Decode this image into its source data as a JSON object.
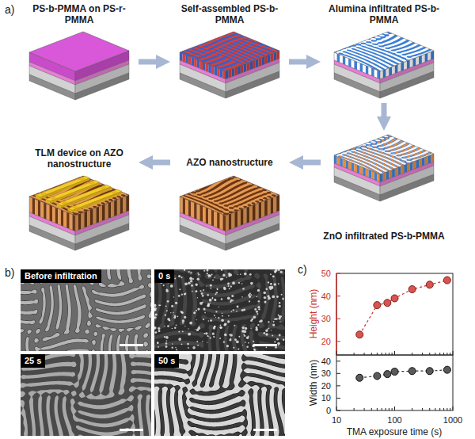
{
  "diagram": {
    "nodes": [
      {
        "text": [
          "PS-b-PMMA on PS-r-PMMA"
        ]
      },
      {
        "text": [
          "Self-assembled PS-b-PMMA"
        ]
      },
      {
        "text": [
          "Alumina infiltrated PS-b-PMMA"
        ]
      },
      {
        "text": [
          "ZnO infiltrated PS-b-PMMA"
        ]
      },
      {
        "text": [
          "AZO nanostructure"
        ]
      },
      {
        "text": [
          "TLM device on AZO nanostructure"
        ]
      },
      {
        "text": [
          "Before infiltration"
        ]
      },
      {
        "text": [
          "0 s"
        ]
      },
      {
        "text": [
          "25 s"
        ]
      },
      {
        "text": [
          "50 s"
        ]
      }
    ],
    "edges": [
      {
        "from": 0,
        "to": 1,
        "arrow": "to"
      },
      {
        "from": 1,
        "to": 2,
        "arrow": "to"
      },
      {
        "from": 2,
        "to": 3,
        "arrow": "to"
      },
      {
        "from": 3,
        "to": 4,
        "arrow": "to"
      },
      {
        "from": 4,
        "to": 5,
        "arrow": "to"
      }
    ],
    "labels": [
      "a)",
      "b)",
      "c)",
      "50",
      "40",
      "30",
      "20",
      "Height (nm)",
      "40",
      "30",
      "20",
      "10",
      "0",
      "Width (nm)",
      "10",
      "100",
      "1000",
      "TMA exposure time (s)"
    ]
  }
}
